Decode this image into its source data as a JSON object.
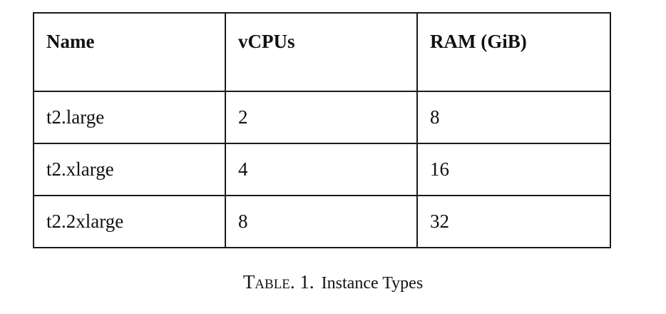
{
  "table": {
    "headers": [
      "Name",
      "vCPUs",
      "RAM (GiB)"
    ],
    "rows": [
      [
        "t2.large",
        "2",
        "8"
      ],
      [
        "t2.xlarge",
        "4",
        "16"
      ],
      [
        "t2.2xlarge",
        "8",
        "32"
      ]
    ]
  },
  "caption": {
    "label": "Table. 1.",
    "text": "Instance Types"
  }
}
